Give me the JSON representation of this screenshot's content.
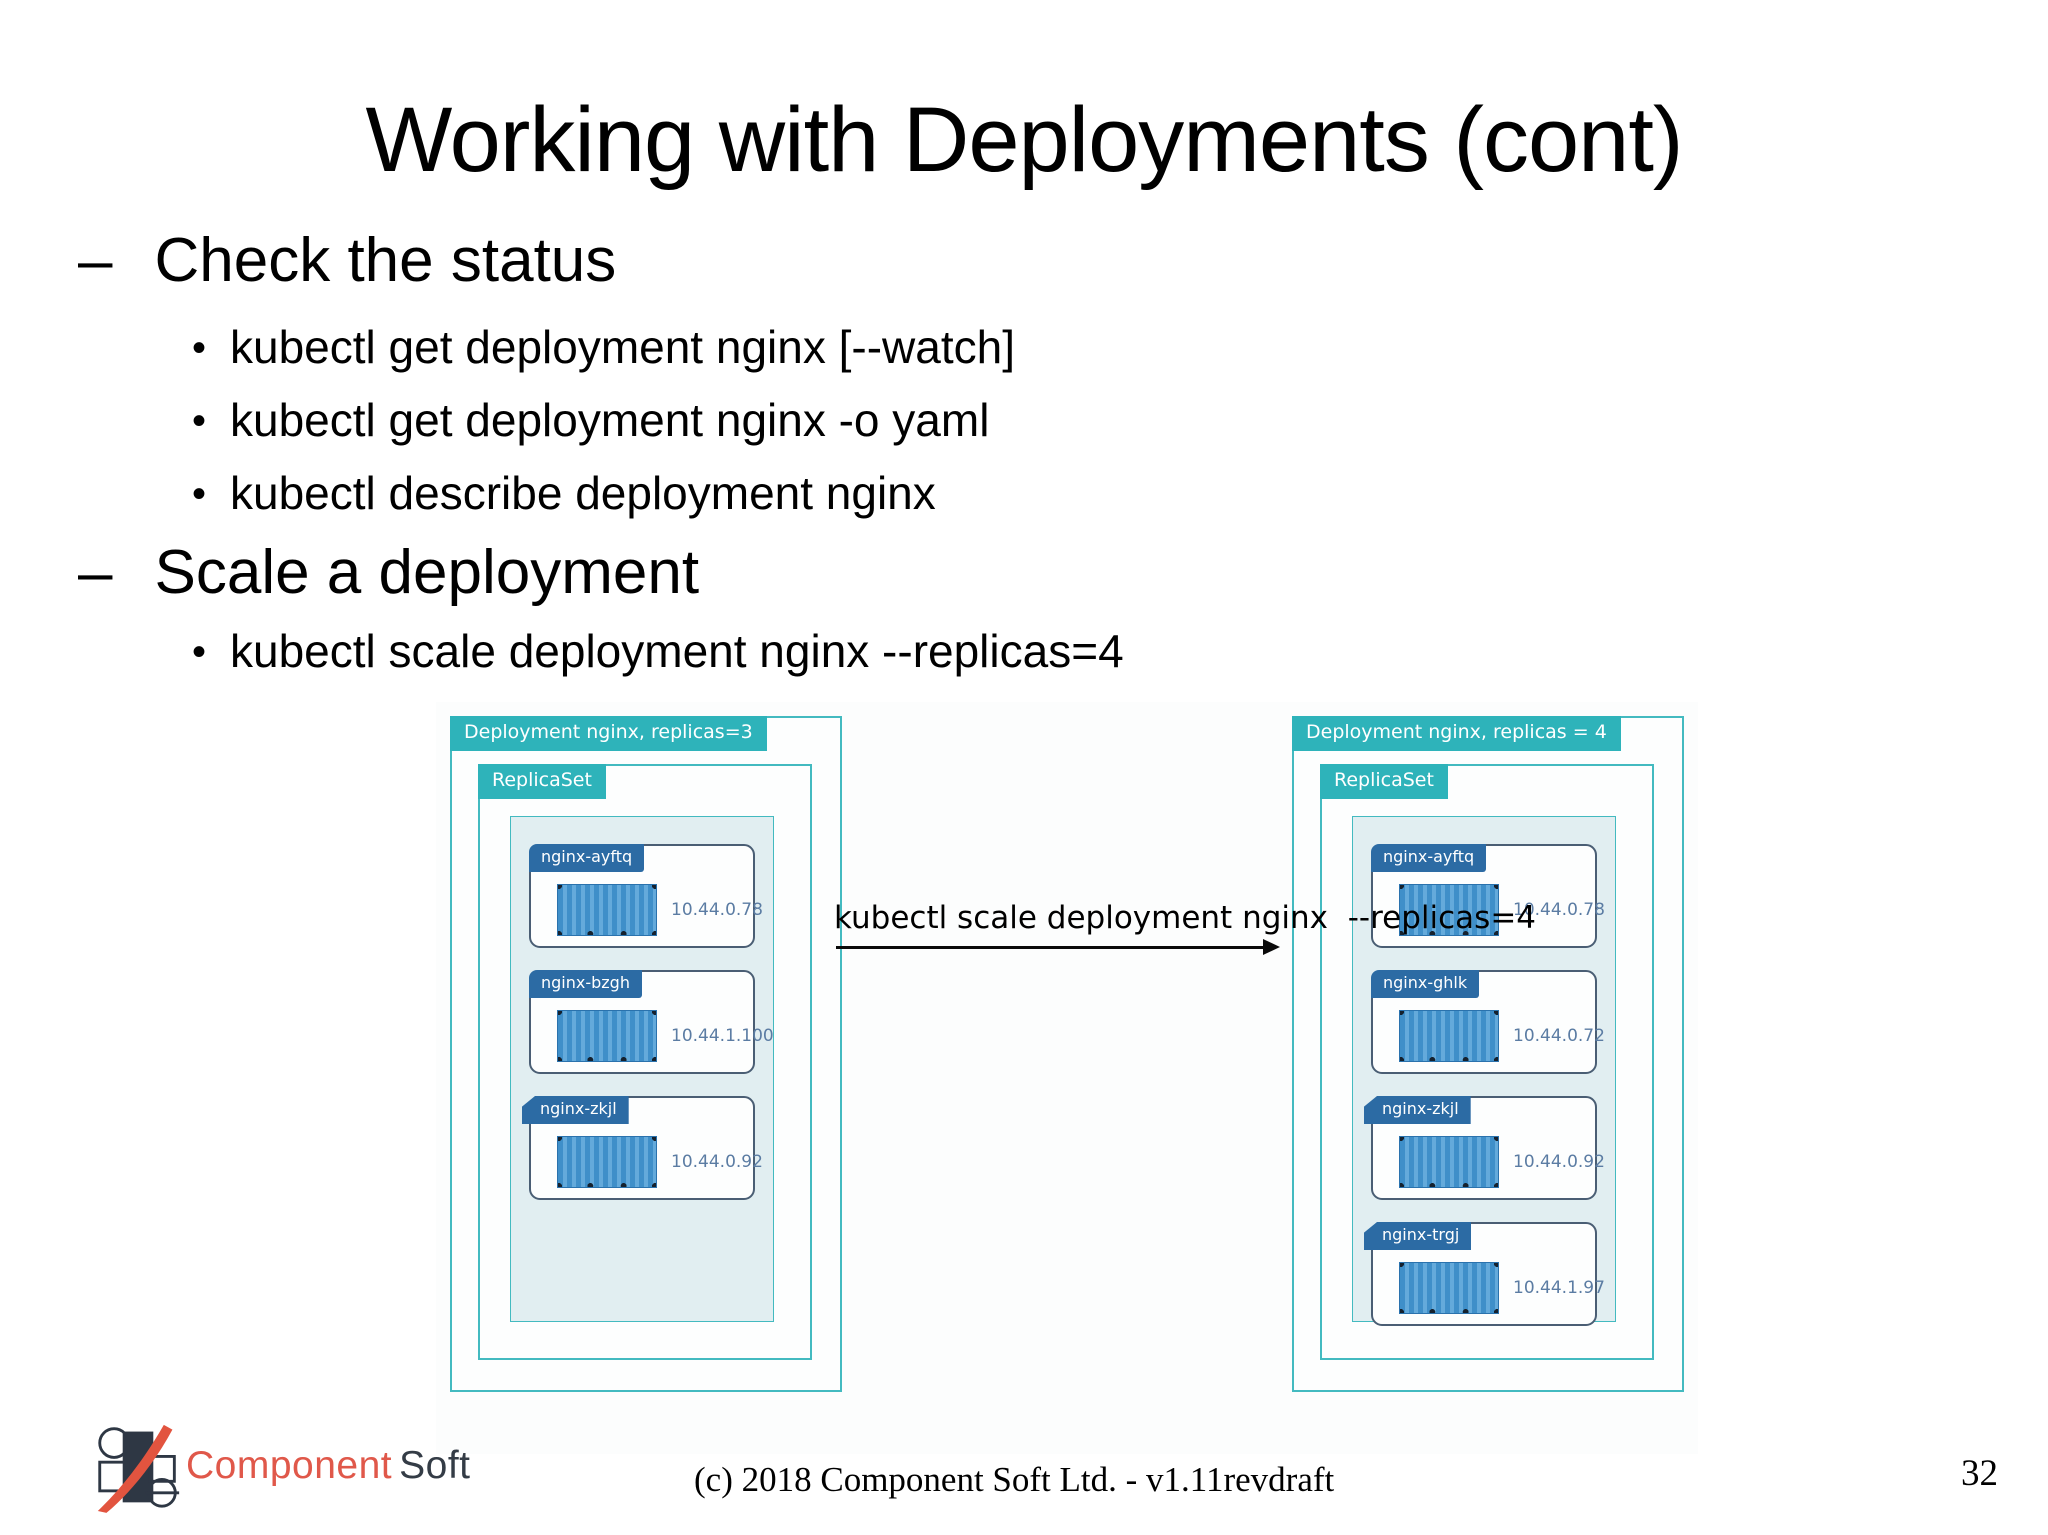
{
  "slide": {
    "title": "Working with Deployments (cont)",
    "markers": {
      "l1": "–",
      "l2": "•"
    },
    "sections": [
      {
        "label": "Check the status",
        "items": [
          "kubectl get deployment nginx [--watch]",
          "kubectl get deployment nginx -o yaml",
          "kubectl describe deployment nginx"
        ]
      },
      {
        "label": "Scale a deployment",
        "items": [
          "kubectl scale deployment nginx --replicas=4"
        ]
      }
    ]
  },
  "diagram": {
    "arrow_label": "kubectl scale deployment nginx  --replicas=4",
    "left": {
      "title": "Deployment nginx, replicas=3",
      "replicaset_label": "ReplicaSet",
      "pods": [
        {
          "name": "nginx-ayftq",
          "ip": "10.44.0.78"
        },
        {
          "name": "nginx-bzgh",
          "ip": "10.44.1.100"
        },
        {
          "name": "nginx-zkjl",
          "ip": "10.44.0.92"
        }
      ]
    },
    "right": {
      "title": "Deployment nginx, replicas = 4",
      "replicaset_label": "ReplicaSet",
      "pods": [
        {
          "name": "nginx-ayftq",
          "ip": "10.44.0.78"
        },
        {
          "name": "nginx-ghlk",
          "ip": "10.44.0.72"
        },
        {
          "name": "nginx-zkjl",
          "ip": "10.44.0.92"
        },
        {
          "name": "nginx-trgj",
          "ip": "10.44.1.97"
        }
      ]
    }
  },
  "footer": {
    "logo_text_primary": "Component",
    "logo_text_secondary": "Soft",
    "copyright": "(c) 2018 Component Soft Ltd. - v1.11revdraft",
    "page_number": "32"
  },
  "colors": {
    "teal": "#2eb3ba",
    "teal-border": "#43bac0",
    "pale": "#e1eef1",
    "pod-border": "#4a5e74",
    "pod-label": "#2c6ba4",
    "ip-text": "#5b7ca3",
    "container-dark": "#3f8fc9",
    "container-light": "#64aadb",
    "container-border": "#2a72ad",
    "logo-red": "#e0584a",
    "logo-dark": "#343c46"
  }
}
